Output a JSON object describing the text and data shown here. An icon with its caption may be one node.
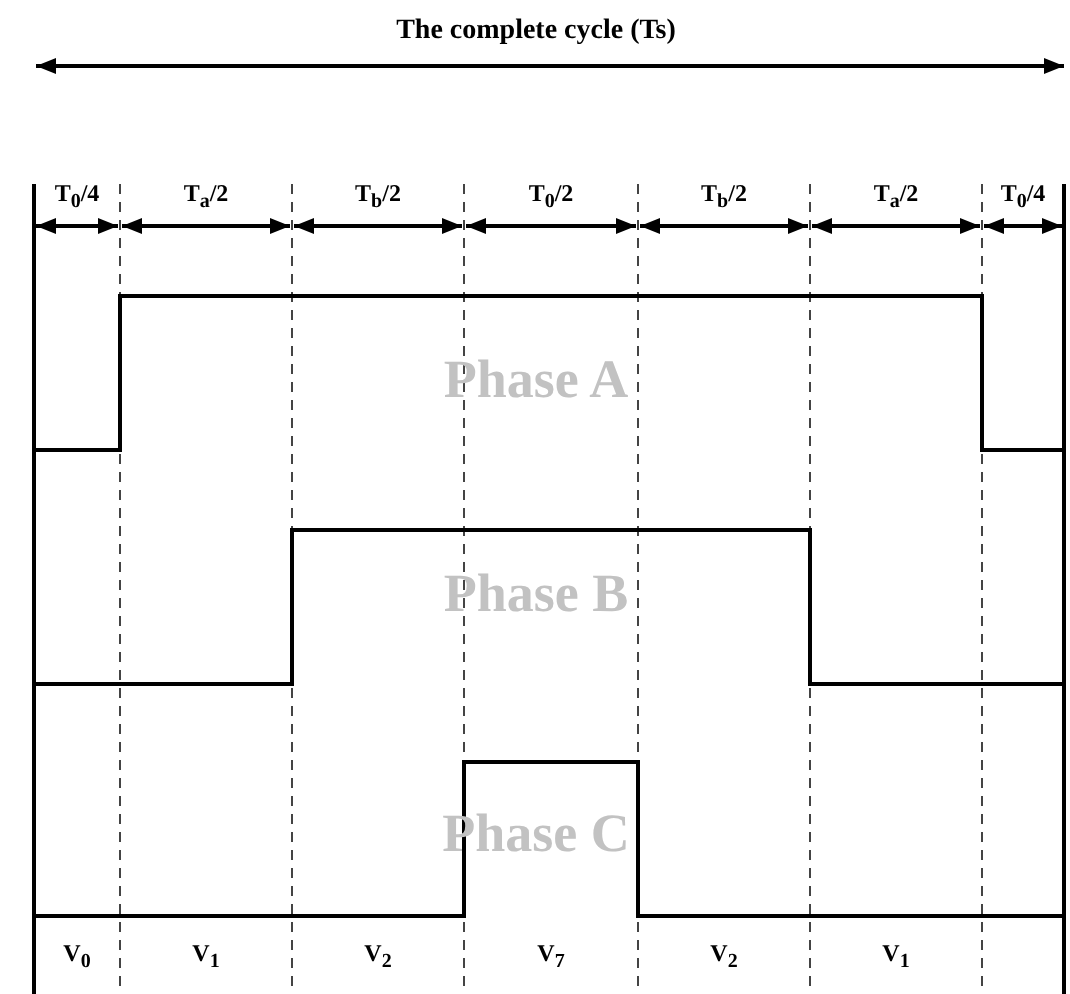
{
  "diagram": {
    "title": "The complete cycle (Ts)",
    "labels": [
      "T$_{0}$/4",
      "T$_{a}$/2",
      "T$_{b}$/2",
      "T$_{0}$/2",
      "T$_{b}$/2",
      "T$_{a}$/2",
      "T$_{0}$/4",
      "Phase A",
      "Phase B",
      "Phase C",
      "V$_{0}$",
      "V$_{1}$",
      "V$_{2}$",
      "V$_{7}$",
      "V$_{2}$",
      "V$_{1}$"
    ]
  }
}
